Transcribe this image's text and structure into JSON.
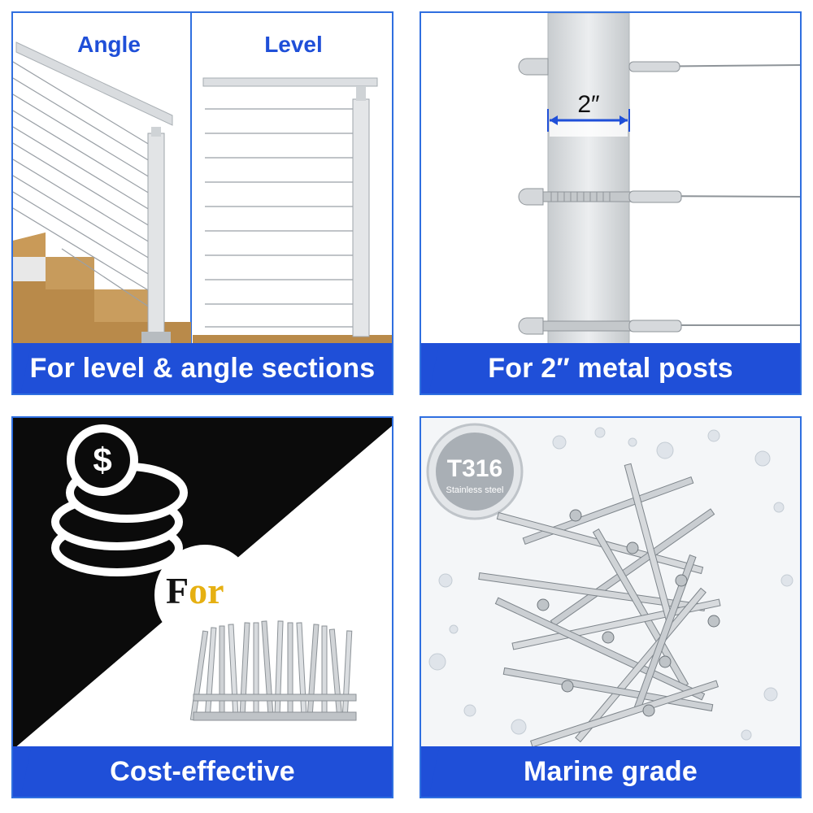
{
  "panels": {
    "top_left": {
      "label_left": "Angle",
      "label_right": "Level",
      "banner": "For level & angle sections"
    },
    "top_right": {
      "dimension": "2″",
      "banner": "For 2″ metal posts"
    },
    "bottom_left": {
      "for_text_1": "F",
      "for_text_2": "or",
      "coin_symbol": "$",
      "banner": "Cost-effective"
    },
    "bottom_right": {
      "badge_title": "T316",
      "badge_subtitle": "Stainless steel",
      "banner": "Marine grade"
    }
  },
  "colors": {
    "accent_blue": "#1f4fd8",
    "border_blue": "#2f6fe0",
    "gold": "#e6b012"
  },
  "icons": [
    "dollar-coins-icon",
    "dimension-arrow-icon"
  ]
}
